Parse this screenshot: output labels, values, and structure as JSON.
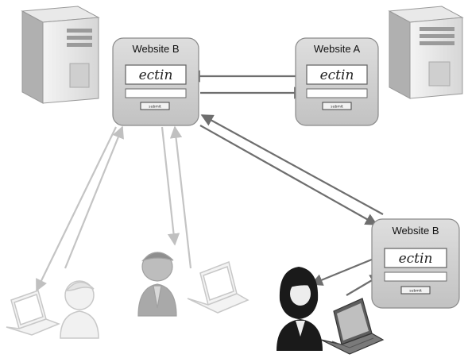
{
  "sites": {
    "top_left": {
      "title": "Website B",
      "logo": "ectin",
      "button": "submit"
    },
    "top_right": {
      "title": "Website A",
      "logo": "ectin",
      "button": "submit"
    },
    "bottom_right": {
      "title": "Website B",
      "logo": "ectin",
      "button": "submit"
    }
  },
  "colors": {
    "box_fill": "#d0d0d0",
    "box_stroke": "#8a8a8a",
    "arrow_dark": "#6e6e6e",
    "arrow_light": "#c4c4c4",
    "person_dark": "#1a1a1a",
    "faded": "#c8c8c8"
  }
}
